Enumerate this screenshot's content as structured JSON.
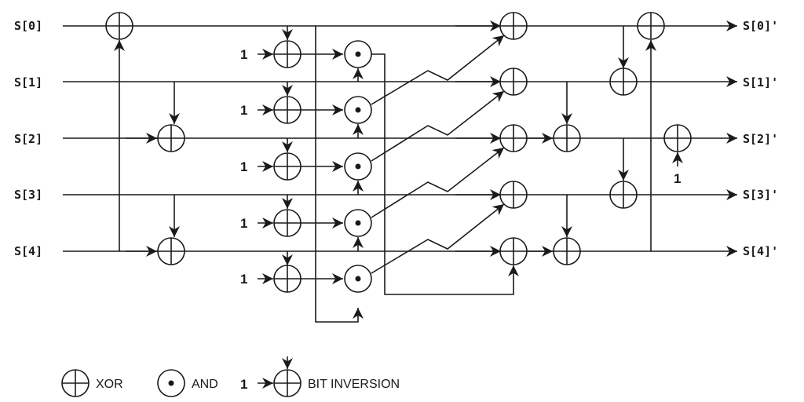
{
  "inputs": [
    "S[0]",
    "S[1]",
    "S[2]",
    "S[3]",
    "S[4]"
  ],
  "outputs": [
    "S[0]'",
    "S[1]'",
    "S[2]'",
    "S[3]'",
    "S[4]'"
  ],
  "constant_one": "1",
  "legend": {
    "xor_label": "XOR",
    "and_label": "AND",
    "one_label": "1",
    "bit_inversion_label": "BIT INVERSION"
  },
  "colors": {
    "stroke": "#1a1a1a",
    "background": "#ffffff"
  }
}
